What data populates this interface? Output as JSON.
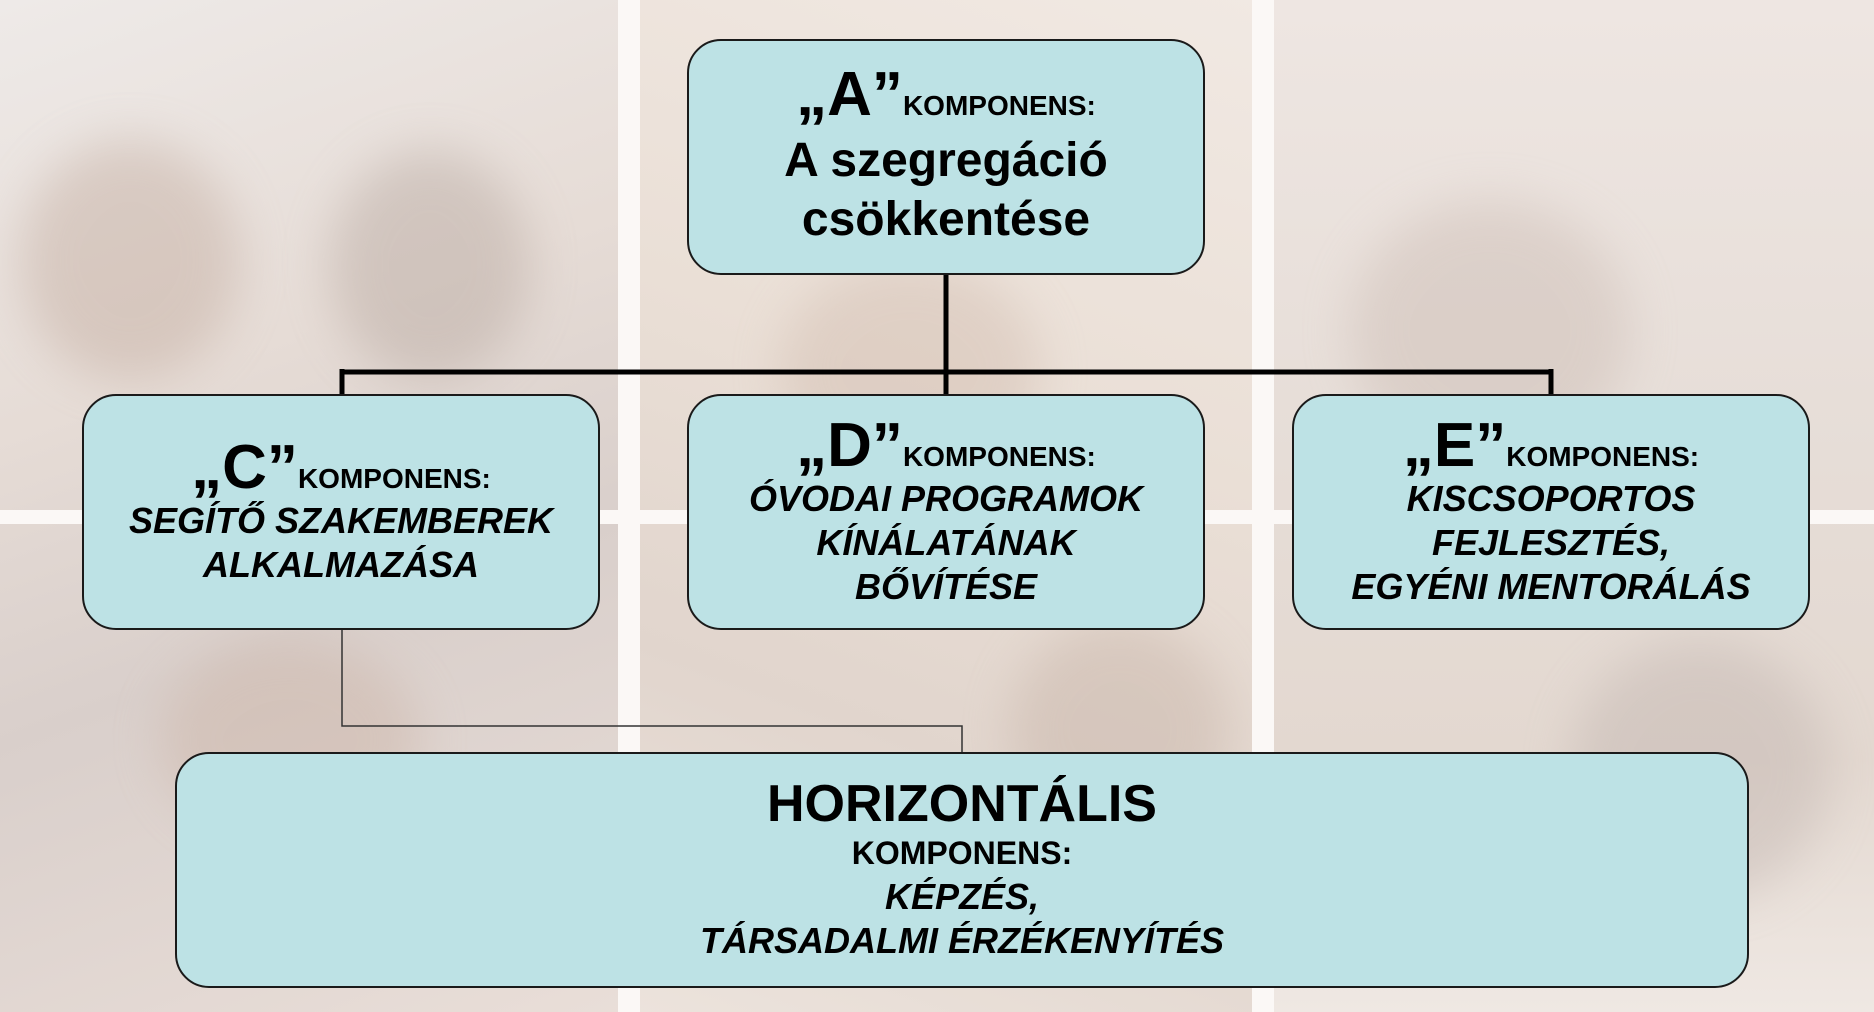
{
  "colors": {
    "box_fill": "#bde2e5",
    "box_border": "#1a1a1a",
    "connector": "#000000"
  },
  "boxes": {
    "a": {
      "letter": "„A”",
      "komponens": "KOMPONENS:",
      "title": "A szegregáció csökkentése"
    },
    "c": {
      "letter": "„C”",
      "komponens": "KOMPONENS:",
      "desc_line1": "SEGÍTŐ SZAKEMBEREK",
      "desc_line2": "ALKALMAZÁSA"
    },
    "d": {
      "letter": "„D”",
      "komponens": "KOMPONENS:",
      "desc_line1": "ÓVODAI PROGRAMOK",
      "desc_line2": "KÍNÁLATÁNAK",
      "desc_line3": "BŐVÍTÉSE"
    },
    "e": {
      "letter": "„E”",
      "komponens": "KOMPONENS:",
      "desc_line1": "KISCSOPORTOS",
      "desc_line2": "FEJLESZTÉS,",
      "desc_line3": "EGYÉNI MENTORÁLÁS"
    },
    "horizontal": {
      "title": "HORIZONTÁLIS",
      "komponens": "KOMPONENS:",
      "desc_line1": "KÉPZÉS,",
      "desc_line2": "TÁRSADALMI ÉRZÉKENYÍTÉS"
    }
  }
}
